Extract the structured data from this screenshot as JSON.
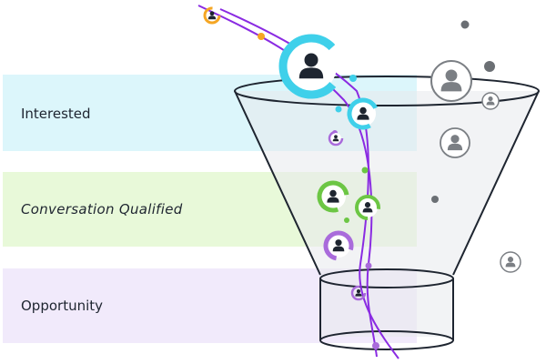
{
  "stages": [
    {
      "label": "Interested",
      "color": "#dcf6fb",
      "style": "normal"
    },
    {
      "label": "Conversation Qualified",
      "color": "#e8f9d9",
      "style": "handwritten"
    },
    {
      "label": "Opportunity",
      "color": "#f1eafb",
      "style": "normal"
    }
  ],
  "colors": {
    "path": "#8a2be2",
    "cyan_ring": "#3fd0ea",
    "green_ring": "#6cc644",
    "purple_ring": "#a96bdb",
    "orange_ring": "#f5a623",
    "funnel_stroke": "#1e2530",
    "funnel_fill": "#eceff1",
    "avatar_dark": "#1e2530",
    "avatar_grey": "#7b7f84"
  },
  "icons": [
    "person-avatar-icon",
    "progress-ring-icon"
  ]
}
